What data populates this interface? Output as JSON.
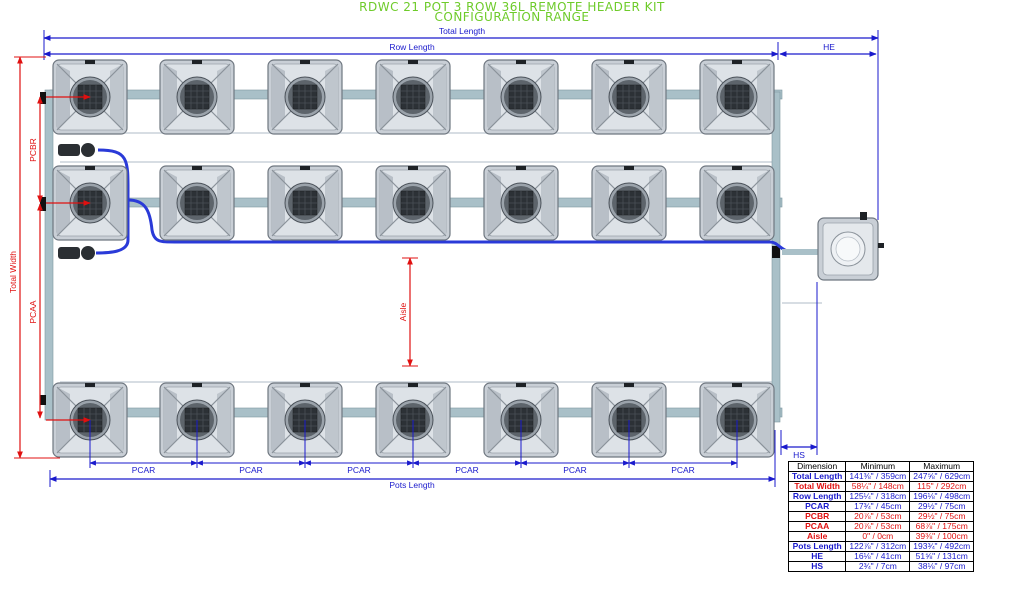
{
  "title": {
    "line1": "RDWC 21 POT 3 ROW 36L REMOTE HEADER KIT",
    "line2": "CONFIGURATION RANGE",
    "color": "#6ecb2a"
  },
  "labels": {
    "total_length": "Total Length",
    "row_length": "Row Length",
    "he": "HE",
    "total_width": "Total Width",
    "pcbr": "PCBR",
    "pcaa": "PCAA",
    "aisle": "Aisle",
    "pcar": "PCAR",
    "pots_length": "Pots Length",
    "hs": "HS"
  },
  "colors": {
    "dimension_line": "#1a1acc",
    "red_marker": "#e01010",
    "pot_body": "#c9cfd6",
    "pipe": "#a9c0c8",
    "hose": "#2a3ad8"
  },
  "table": {
    "headers": [
      "Dimension",
      "Minimum",
      "Maximum"
    ],
    "rows": [
      {
        "name": "Total Length",
        "min": "141⅜\" / 359cm",
        "max": "247⅝\" / 629cm",
        "color": "#1a1acc"
      },
      {
        "name": "Total Width",
        "min": "58¼\" / 148cm",
        "max": "115\" / 292cm",
        "color": "#e01010"
      },
      {
        "name": "Row Length",
        "min": "125¼\" / 318cm",
        "max": "196⅛\" / 498cm",
        "color": "#1a1acc"
      },
      {
        "name": "PCAR",
        "min": "17¾\" / 45cm",
        "max": "29½\" / 75cm",
        "color": "#1a1acc"
      },
      {
        "name": "PCBR",
        "min": "20⅞\" / 53cm",
        "max": "29½\" / 75cm",
        "color": "#e01010"
      },
      {
        "name": "PCAA",
        "min": "20⅞\" / 53cm",
        "max": "68⅞\" / 175cm",
        "color": "#e01010"
      },
      {
        "name": "Aisle",
        "min": "0\" / 0cm",
        "max": "39⅜\" / 100cm",
        "color": "#e01010"
      },
      {
        "name": "Pots Length",
        "min": "122⅞\" / 312cm",
        "max": "193¾\" / 492cm",
        "color": "#1a1acc"
      },
      {
        "name": "HE",
        "min": "16⅛\" / 41cm",
        "max": "51⅝\" / 131cm",
        "color": "#1a1acc"
      },
      {
        "name": "HS",
        "min": "2¾\" / 7cm",
        "max": "38⅛\" / 97cm",
        "color": "#1a1acc"
      }
    ]
  }
}
